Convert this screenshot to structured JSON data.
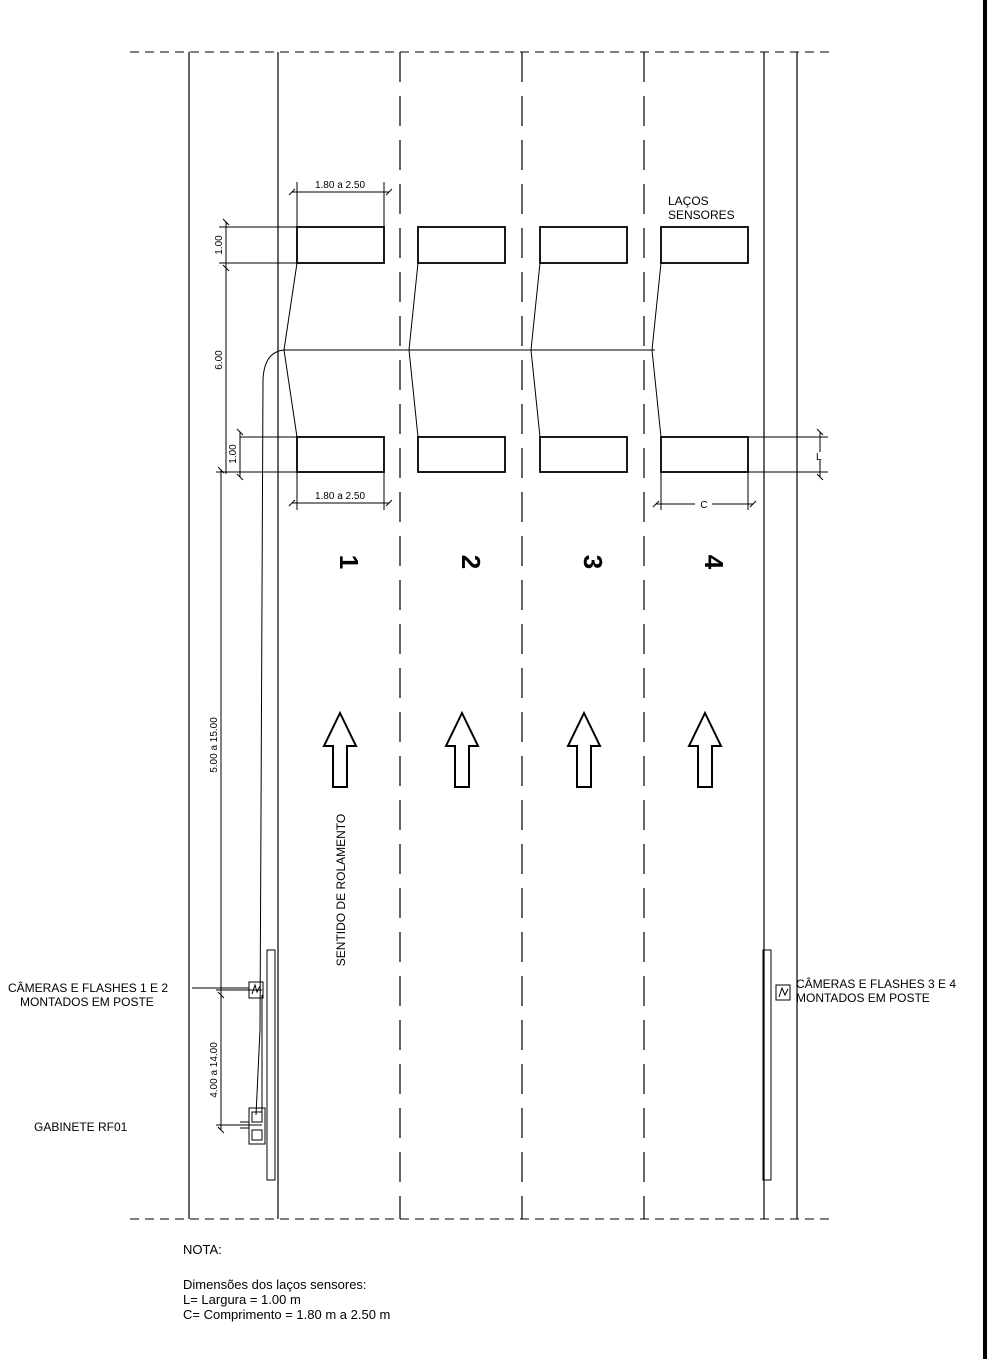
{
  "labels": {
    "lacos_l1": "LAÇOS",
    "lacos_l2": "SENSORES",
    "direction": "SENTIDO DE ROLAMENTO",
    "cam_left_l1": "CÂMERAS E FLASHES 1 E 2",
    "cam_left_l2": "MONTADOS EM POSTE",
    "cam_right_l1": "CÂMERAS E FLASHES 3 E 4",
    "cam_right_l2": "MONTADOS EM POSTE",
    "cabinet": "GABINETE RF01"
  },
  "dimensions": {
    "loop_width_top": "1.80 a 2.50",
    "loop_width_bottom": "1.80  a  2.50",
    "loop_length_top": "1.00",
    "loop_length_bottom": "1.00",
    "loop_spacing": "6.00",
    "loops_to_camera": "5.00  a  15.00",
    "camera_to_cabinet": "4.00  a  14.00",
    "symbol_l": "L",
    "symbol_c": "C"
  },
  "lanes": [
    "1",
    "2",
    "3",
    "4"
  ],
  "note": {
    "heading": "NOTA:",
    "line1": "Dimensões dos laços sensores:",
    "line2": "L= Largura = 1.00 m",
    "line3": "C= Comprimento = 1.80 m  a 2.50 m"
  }
}
